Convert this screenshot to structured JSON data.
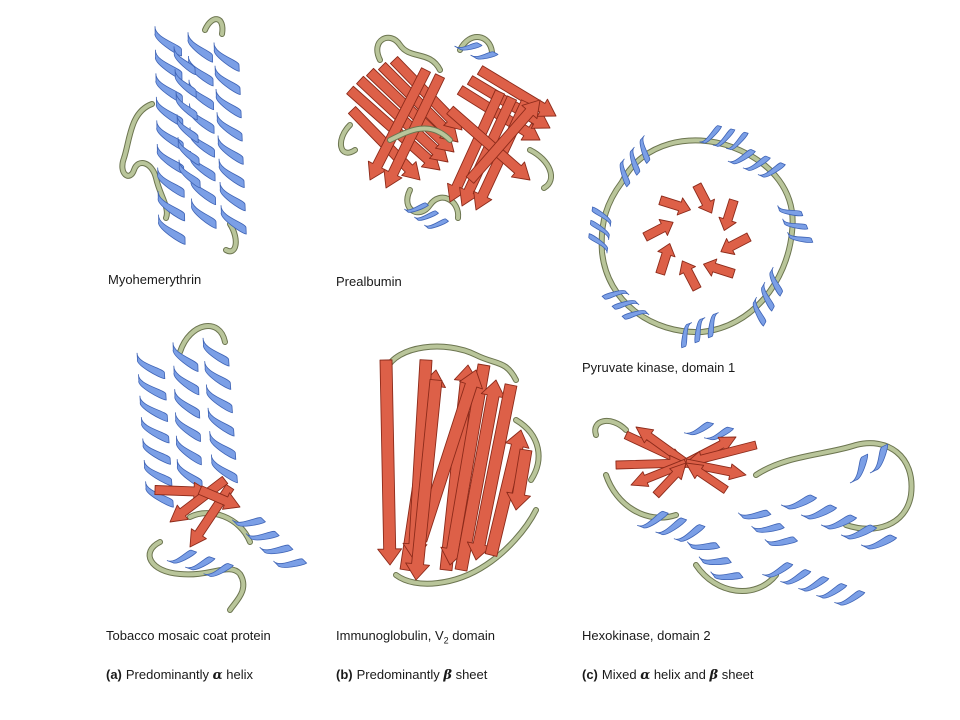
{
  "colors": {
    "helix": "#7b9fe6",
    "helix_edge": "#3e63b5",
    "strand": "#dd6048",
    "strand_edge": "#8c2a1a",
    "coil": "#b9c59a",
    "coil_edge": "#6c7550"
  },
  "structures": [
    {
      "id": "myohemerythrin",
      "label": "Myohemerythrin"
    },
    {
      "id": "prealbumin",
      "label": "Prealbumin"
    },
    {
      "id": "pyruvate-kinase",
      "label": "Pyruvate kinase, domain 1"
    },
    {
      "id": "tobacco-mosaic",
      "label": "Tobacco mosaic coat protein"
    },
    {
      "id": "immunoglobulin",
      "label_main": "Immunoglobulin, V",
      "label_sub": "2",
      "label_tail": " domain"
    },
    {
      "id": "hexokinase",
      "label": "Hexokinase, domain 2"
    }
  ],
  "captions": [
    {
      "tag": "(a)",
      "text_before": "Predominantly ",
      "greek": "α",
      "text_after": " helix"
    },
    {
      "tag": "(b)",
      "text_before": "Predominantly ",
      "greek": "β",
      "text_after": " sheet"
    },
    {
      "tag": "(c)",
      "text_before": "Mixed ",
      "greek": "α",
      "text_middle": " helix and ",
      "greek2": "β",
      "text_after": " sheet"
    }
  ]
}
